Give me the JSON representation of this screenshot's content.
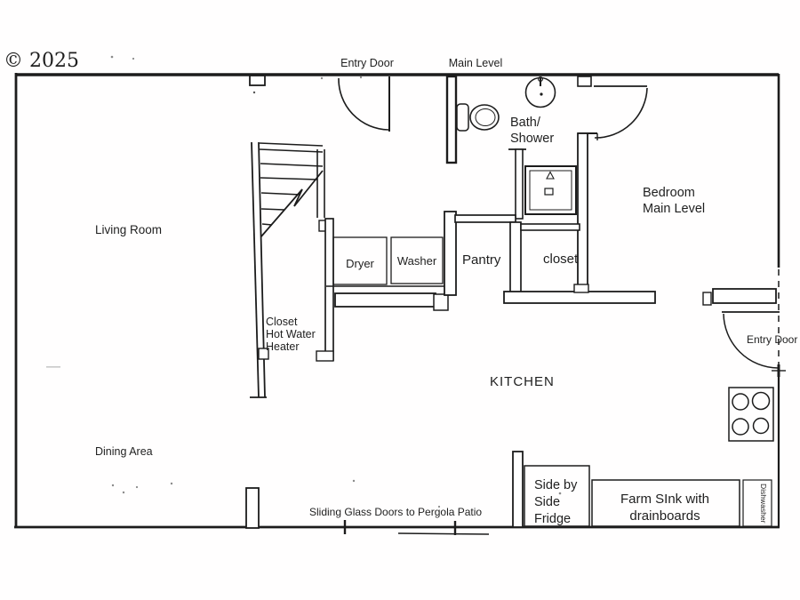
{
  "watermark": "© 2025",
  "colors": {
    "line": "#1c1c1c",
    "watermark": "#cfcfcf",
    "background": "#fffefe"
  },
  "plan": {
    "level_label": "Main Level",
    "doors": {
      "top_entry": "Entry Door",
      "right_entry": "Entry Door",
      "sliding": "Sliding Glass Doors to Pergola Patio"
    },
    "rooms": {
      "living_room": "Living Room",
      "dining_area": "Dining Area",
      "kitchen": "KITCHEN",
      "pantry": "Pantry",
      "closet": "closet",
      "bath": {
        "line1": "Bath/",
        "line2": "Shower"
      },
      "bedroom": {
        "line1": "Bedroom",
        "line2": "Main Level"
      },
      "water_heater_closet": {
        "line1": "Closet",
        "line2": "Hot Water",
        "line3": "Heater"
      }
    },
    "appliances": {
      "dryer": "Dryer",
      "washer": "Washer",
      "fridge": {
        "line1": "Side by",
        "line2": "Side",
        "line3": "Fridge"
      },
      "farm_sink": {
        "line1": "Farm SInk with",
        "line2": "drainboards"
      },
      "dishwasher": "Dishwasher"
    }
  }
}
